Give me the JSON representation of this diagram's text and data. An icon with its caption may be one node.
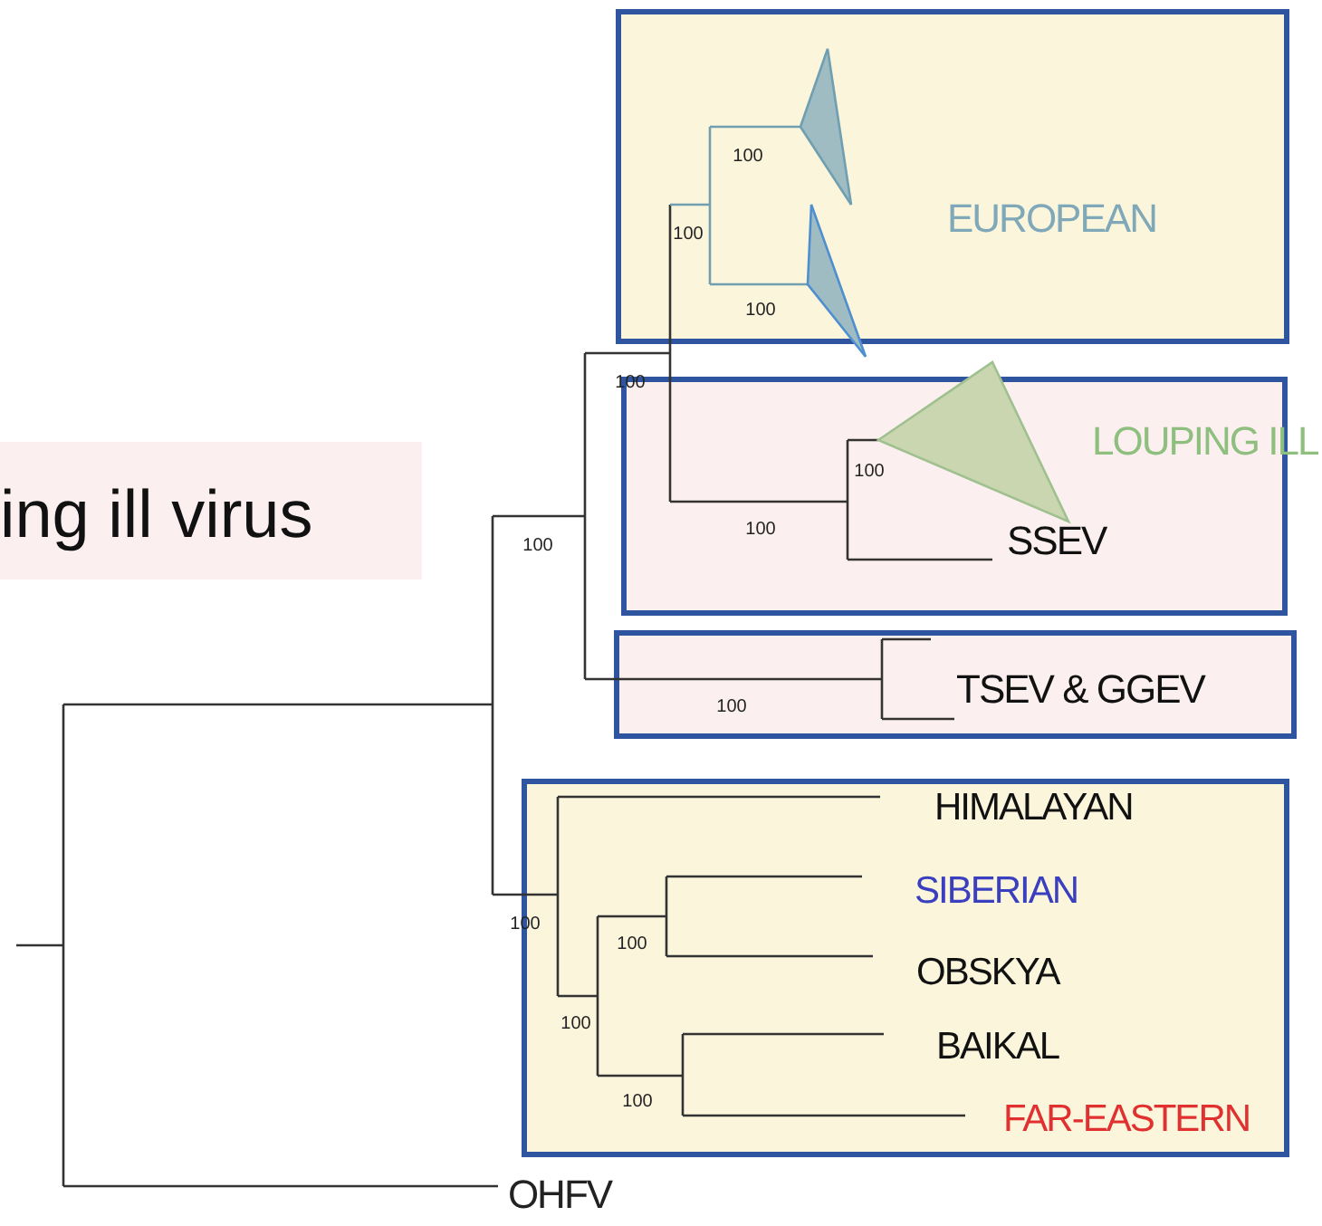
{
  "diagram": {
    "nodes": [
      {
        "text": [
          "EUROPEAN"
        ]
      },
      {
        "text": [
          "LOUPING ILL",
          "SSEV"
        ]
      },
      {
        "text": [
          "TSEV & GGEV"
        ]
      },
      {
        "text": [
          "HIMALAYAN",
          "SIBERIAN",
          "OBSKYA",
          "BAIKAL",
          "FAR-EASTERN"
        ]
      },
      {
        "text": [
          "ing ill virus"
        ]
      }
    ],
    "labels": [
      "100",
      "100",
      "100",
      "100",
      "100",
      "100",
      "100",
      "100",
      "100",
      "100",
      "100",
      "100",
      "OHFV"
    ]
  }
}
